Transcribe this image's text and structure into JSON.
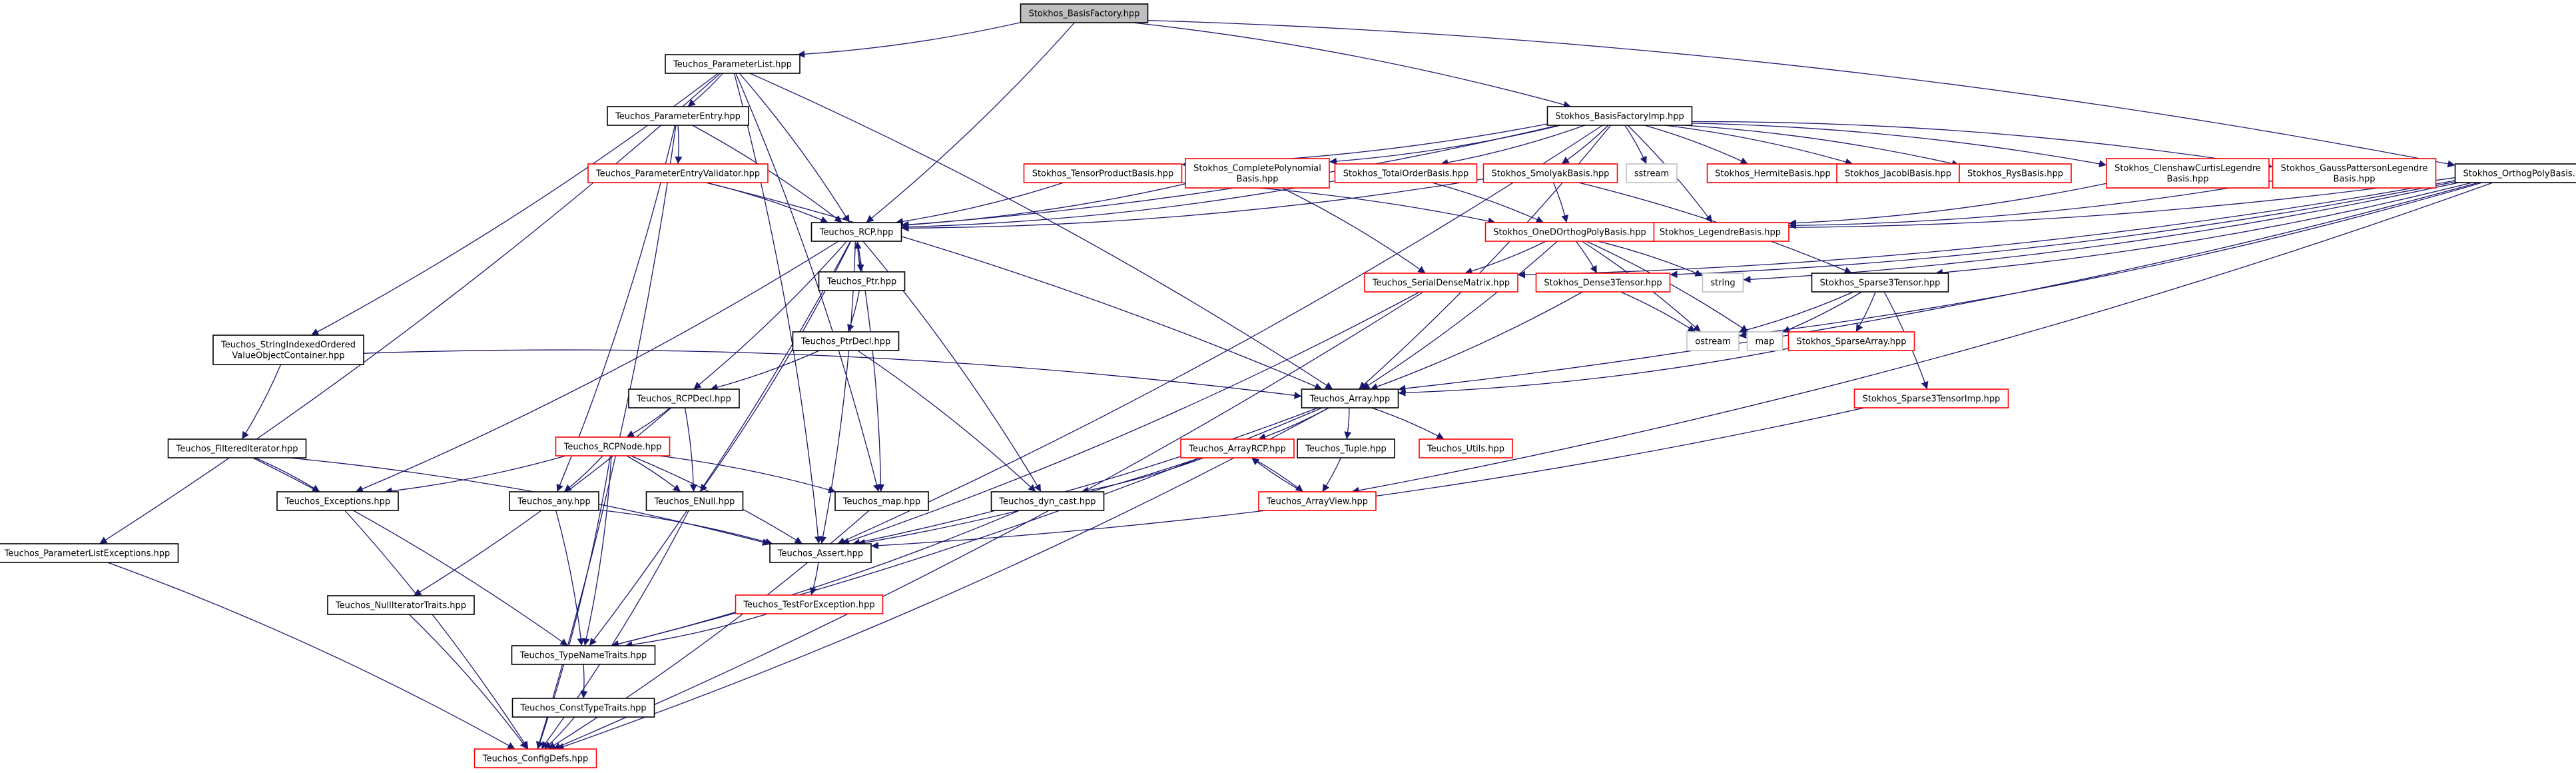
{
  "colors": {
    "background": "#ffffff",
    "root_fill": "#bfbfbf",
    "documented_border": "#000000",
    "undocumented_border": "#ff0000",
    "external_border": "#bfbfbf",
    "edge": "#191970"
  },
  "nodes": [
    {
      "id": "n_bf",
      "lines": [
        "Stokhos_BasisFactory.hpp"
      ],
      "kind": "root"
    },
    {
      "id": "n_pl",
      "lines": [
        "Teuchos_ParameterList.hpp"
      ],
      "kind": "doc"
    },
    {
      "id": "n_bfi",
      "lines": [
        "Stokhos_BasisFactoryImp.hpp"
      ],
      "kind": "doc"
    },
    {
      "id": "n_ob",
      "lines": [
        "Stokhos_OrthogPolyBasis.hpp"
      ],
      "kind": "doc"
    },
    {
      "id": "n_pe",
      "lines": [
        "Teuchos_ParameterEntry.hpp"
      ],
      "kind": "doc"
    },
    {
      "id": "n_pev",
      "lines": [
        "Teuchos_ParameterEntryValidator.hpp"
      ],
      "kind": "red"
    },
    {
      "id": "n_rcp",
      "lines": [
        "Teuchos_RCP.hpp"
      ],
      "kind": "doc"
    },
    {
      "id": "n_ptr",
      "lines": [
        "Teuchos_Ptr.hpp"
      ],
      "kind": "doc"
    },
    {
      "id": "n_ptrd",
      "lines": [
        "Teuchos_PtrDecl.hpp"
      ],
      "kind": "doc"
    },
    {
      "id": "n_rcpd",
      "lines": [
        "Teuchos_RCPDecl.hpp"
      ],
      "kind": "doc"
    },
    {
      "id": "n_rcpn",
      "lines": [
        "Teuchos_RCPNode.hpp"
      ],
      "kind": "red"
    },
    {
      "id": "n_sio",
      "lines": [
        "Teuchos_StringIndexedOrdered",
        "ValueObjectContainer.hpp"
      ],
      "kind": "doc"
    },
    {
      "id": "n_fi",
      "lines": [
        "Teuchos_FilteredIterator.hpp"
      ],
      "kind": "doc"
    },
    {
      "id": "n_exc",
      "lines": [
        "Teuchos_Exceptions.hpp"
      ],
      "kind": "doc"
    },
    {
      "id": "n_any",
      "lines": [
        "Teuchos_any.hpp"
      ],
      "kind": "doc"
    },
    {
      "id": "n_enull",
      "lines": [
        "Teuchos_ENull.hpp"
      ],
      "kind": "doc"
    },
    {
      "id": "n_map",
      "lines": [
        "Teuchos_map.hpp"
      ],
      "kind": "doc"
    },
    {
      "id": "n_dyn",
      "lines": [
        "Teuchos_dyn_cast.hpp"
      ],
      "kind": "doc"
    },
    {
      "id": "n_assert",
      "lines": [
        "Teuchos_Assert.hpp"
      ],
      "kind": "doc"
    },
    {
      "id": "n_tfe",
      "lines": [
        "Teuchos_TestForException.hpp"
      ],
      "kind": "red"
    },
    {
      "id": "n_nit",
      "lines": [
        "Teuchos_NullIteratorTraits.hpp"
      ],
      "kind": "doc"
    },
    {
      "id": "n_tnt",
      "lines": [
        "Teuchos_TypeNameTraits.hpp"
      ],
      "kind": "doc"
    },
    {
      "id": "n_ctt",
      "lines": [
        "Teuchos_ConstTypeTraits.hpp"
      ],
      "kind": "doc"
    },
    {
      "id": "n_cfg",
      "lines": [
        "Teuchos_ConfigDefs.hpp"
      ],
      "kind": "red"
    },
    {
      "id": "n_ple",
      "lines": [
        "Teuchos_ParameterListExceptions.hpp"
      ],
      "kind": "doc"
    },
    {
      "id": "n_tpb",
      "lines": [
        "Stokhos_TensorProductBasis.hpp"
      ],
      "kind": "red"
    },
    {
      "id": "n_cpb",
      "lines": [
        "Stokhos_CompletePolynomial",
        "Basis.hpp"
      ],
      "kind": "red"
    },
    {
      "id": "n_tob",
      "lines": [
        "Stokhos_TotalOrderBasis.hpp"
      ],
      "kind": "red"
    },
    {
      "id": "n_sb",
      "lines": [
        "Stokhos_SmolyakBasis.hpp"
      ],
      "kind": "red"
    },
    {
      "id": "n_sstream",
      "lines": [
        "sstream"
      ],
      "kind": "ext"
    },
    {
      "id": "n_hb",
      "lines": [
        "Stokhos_HermiteBasis.hpp"
      ],
      "kind": "red"
    },
    {
      "id": "n_jb",
      "lines": [
        "Stokhos_JacobiBasis.hpp"
      ],
      "kind": "red"
    },
    {
      "id": "n_rb",
      "lines": [
        "Stokhos_RysBasis.hpp"
      ],
      "kind": "red"
    },
    {
      "id": "n_cclb",
      "lines": [
        "Stokhos_ClenshawCurtisLegendre",
        "Basis.hpp"
      ],
      "kind": "red"
    },
    {
      "id": "n_gplb",
      "lines": [
        "Stokhos_GaussPattersonLegendre",
        "Basis.hpp"
      ],
      "kind": "red"
    },
    {
      "id": "n_lb",
      "lines": [
        "Stokhos_LegendreBasis.hpp"
      ],
      "kind": "red"
    },
    {
      "id": "n_odob",
      "lines": [
        "Stokhos_OneDOrthogPolyBasis.hpp"
      ],
      "kind": "red"
    },
    {
      "id": "n_sdm",
      "lines": [
        "Teuchos_SerialDenseMatrix.hpp"
      ],
      "kind": "red"
    },
    {
      "id": "n_d3t",
      "lines": [
        "Stokhos_Dense3Tensor.hpp"
      ],
      "kind": "red"
    },
    {
      "id": "n_string",
      "lines": [
        "string"
      ],
      "kind": "ext"
    },
    {
      "id": "n_s3t",
      "lines": [
        "Stokhos_Sparse3Tensor.hpp"
      ],
      "kind": "doc"
    },
    {
      "id": "n_ostream",
      "lines": [
        "ostream"
      ],
      "kind": "ext"
    },
    {
      "id": "n_mapstd",
      "lines": [
        "map"
      ],
      "kind": "ext"
    },
    {
      "id": "n_sa",
      "lines": [
        "Stokhos_SparseArray.hpp"
      ],
      "kind": "red"
    },
    {
      "id": "n_arr",
      "lines": [
        "Teuchos_Array.hpp"
      ],
      "kind": "doc"
    },
    {
      "id": "n_s3ti",
      "lines": [
        "Stokhos_Sparse3TensorImp.hpp"
      ],
      "kind": "red"
    },
    {
      "id": "n_arcp",
      "lines": [
        "Teuchos_ArrayRCP.hpp"
      ],
      "kind": "red"
    },
    {
      "id": "n_tuple",
      "lines": [
        "Teuchos_Tuple.hpp"
      ],
      "kind": "doc"
    },
    {
      "id": "n_utils",
      "lines": [
        "Teuchos_Utils.hpp"
      ],
      "kind": "red"
    },
    {
      "id": "n_av",
      "lines": [
        "Teuchos_ArrayView.hpp"
      ],
      "kind": "red"
    }
  ],
  "edges": [
    [
      "n_bf",
      "n_pl"
    ],
    [
      "n_bf",
      "n_bfi"
    ],
    [
      "n_bf",
      "n_ob"
    ],
    [
      "n_bf",
      "n_rcp"
    ],
    [
      "n_pl",
      "n_pe"
    ],
    [
      "n_pl",
      "n_rcp"
    ],
    [
      "n_pl",
      "n_sio"
    ],
    [
      "n_pl",
      "n_ple"
    ],
    [
      "n_pl",
      "n_arr"
    ],
    [
      "n_pl",
      "n_map"
    ],
    [
      "n_pl",
      "n_assert"
    ],
    [
      "n_pe",
      "n_pev"
    ],
    [
      "n_pe",
      "n_rcp"
    ],
    [
      "n_pe",
      "n_any"
    ],
    [
      "n_pe",
      "n_cfg"
    ],
    [
      "n_pev",
      "n_rcp"
    ],
    [
      "n_pev",
      "n_arr"
    ],
    [
      "n_rcp",
      "n_ptr"
    ],
    [
      "n_rcp",
      "n_rcpd"
    ],
    [
      "n_rcp",
      "n_assert"
    ],
    [
      "n_rcp",
      "n_exc"
    ],
    [
      "n_rcp",
      "n_enull"
    ],
    [
      "n_rcp",
      "n_map"
    ],
    [
      "n_rcp",
      "n_dyn"
    ],
    [
      "n_rcp",
      "n_tnt"
    ],
    [
      "n_ptr",
      "n_ptrd"
    ],
    [
      "n_ptr",
      "n_rcp"
    ],
    [
      "n_ptrd",
      "n_rcpd"
    ],
    [
      "n_ptrd",
      "n_dyn"
    ],
    [
      "n_rcpd",
      "n_rcpn"
    ],
    [
      "n_rcpd",
      "n_enull"
    ],
    [
      "n_rcpd",
      "n_nit"
    ],
    [
      "n_rcpn",
      "n_exc"
    ],
    [
      "n_rcpn",
      "n_any"
    ],
    [
      "n_rcpn",
      "n_enull"
    ],
    [
      "n_rcpn",
      "n_map"
    ],
    [
      "n_rcpn",
      "n_assert"
    ],
    [
      "n_rcpn",
      "n_tnt"
    ],
    [
      "n_rcpn",
      "n_cfg"
    ],
    [
      "n_sio",
      "n_fi"
    ],
    [
      "n_sio",
      "n_arr"
    ],
    [
      "n_fi",
      "n_exc"
    ],
    [
      "n_fi",
      "n_assert"
    ],
    [
      "n_fi",
      "n_tnt"
    ],
    [
      "n_exc",
      "n_cfg"
    ],
    [
      "n_any",
      "n_assert"
    ],
    [
      "n_any",
      "n_tnt"
    ],
    [
      "n_enull",
      "n_cfg"
    ],
    [
      "n_map",
      "n_cfg"
    ],
    [
      "n_dyn",
      "n_tnt"
    ],
    [
      "n_assert",
      "n_tfe"
    ],
    [
      "n_tfe",
      "n_tnt"
    ],
    [
      "n_nit",
      "n_cfg"
    ],
    [
      "n_tnt",
      "n_ctt"
    ],
    [
      "n_ctt",
      "n_cfg"
    ],
    [
      "n_ple",
      "n_cfg"
    ],
    [
      "n_bfi",
      "n_tpb"
    ],
    [
      "n_bfi",
      "n_cpb"
    ],
    [
      "n_bfi",
      "n_tob"
    ],
    [
      "n_bfi",
      "n_sb"
    ],
    [
      "n_bfi",
      "n_sstream"
    ],
    [
      "n_bfi",
      "n_hb"
    ],
    [
      "n_bfi",
      "n_jb"
    ],
    [
      "n_bfi",
      "n_rb"
    ],
    [
      "n_bfi",
      "n_cclb"
    ],
    [
      "n_bfi",
      "n_gplb"
    ],
    [
      "n_bfi",
      "n_lb"
    ],
    [
      "n_bfi",
      "n_arr"
    ],
    [
      "n_bfi",
      "n_assert"
    ],
    [
      "n_bfi",
      "n_rcp"
    ],
    [
      "n_tpb",
      "n_rcp"
    ],
    [
      "n_tpb",
      "n_odob"
    ],
    [
      "n_cpb",
      "n_rcp"
    ],
    [
      "n_cpb",
      "n_sdm"
    ],
    [
      "n_tob",
      "n_rcp"
    ],
    [
      "n_tob",
      "n_odob"
    ],
    [
      "n_sb",
      "n_rcp"
    ],
    [
      "n_sb",
      "n_odob"
    ],
    [
      "n_sb",
      "n_s3t"
    ],
    [
      "n_cclb",
      "n_lb"
    ],
    [
      "n_gplb",
      "n_lb"
    ],
    [
      "n_ob",
      "n_odob"
    ],
    [
      "n_ob",
      "n_string"
    ],
    [
      "n_ob",
      "n_sdm"
    ],
    [
      "n_ob",
      "n_d3t"
    ],
    [
      "n_ob",
      "n_s3t"
    ],
    [
      "n_ob",
      "n_ostream"
    ],
    [
      "n_ob",
      "n_av"
    ],
    [
      "n_ob",
      "n_arr"
    ],
    [
      "n_odob",
      "n_arr"
    ],
    [
      "n_odob",
      "n_sdm"
    ],
    [
      "n_odob",
      "n_d3t"
    ],
    [
      "n_odob",
      "n_string"
    ],
    [
      "n_odob",
      "n_ostream"
    ],
    [
      "n_odob",
      "n_mapstd"
    ],
    [
      "n_sdm",
      "n_assert"
    ],
    [
      "n_sdm",
      "n_cfg"
    ],
    [
      "n_d3t",
      "n_ostream"
    ],
    [
      "n_d3t",
      "n_arr"
    ],
    [
      "n_s3t",
      "n_ostream"
    ],
    [
      "n_s3t",
      "n_mapstd"
    ],
    [
      "n_s3t",
      "n_sa"
    ],
    [
      "n_s3t",
      "n_s3ti"
    ],
    [
      "n_sa",
      "n_arr"
    ],
    [
      "n_s3ti",
      "n_assert"
    ],
    [
      "n_arr",
      "n_arcp"
    ],
    [
      "n_arr",
      "n_tuple"
    ],
    [
      "n_arr",
      "n_utils"
    ],
    [
      "n_arr",
      "n_assert"
    ],
    [
      "n_arr",
      "n_tnt"
    ],
    [
      "n_arr",
      "n_cfg"
    ],
    [
      "n_arcp",
      "n_av"
    ],
    [
      "n_arcp",
      "n_dyn"
    ],
    [
      "n_arcp",
      "n_assert"
    ],
    [
      "n_av",
      "n_arcp"
    ],
    [
      "n_tuple",
      "n_av"
    ]
  ]
}
